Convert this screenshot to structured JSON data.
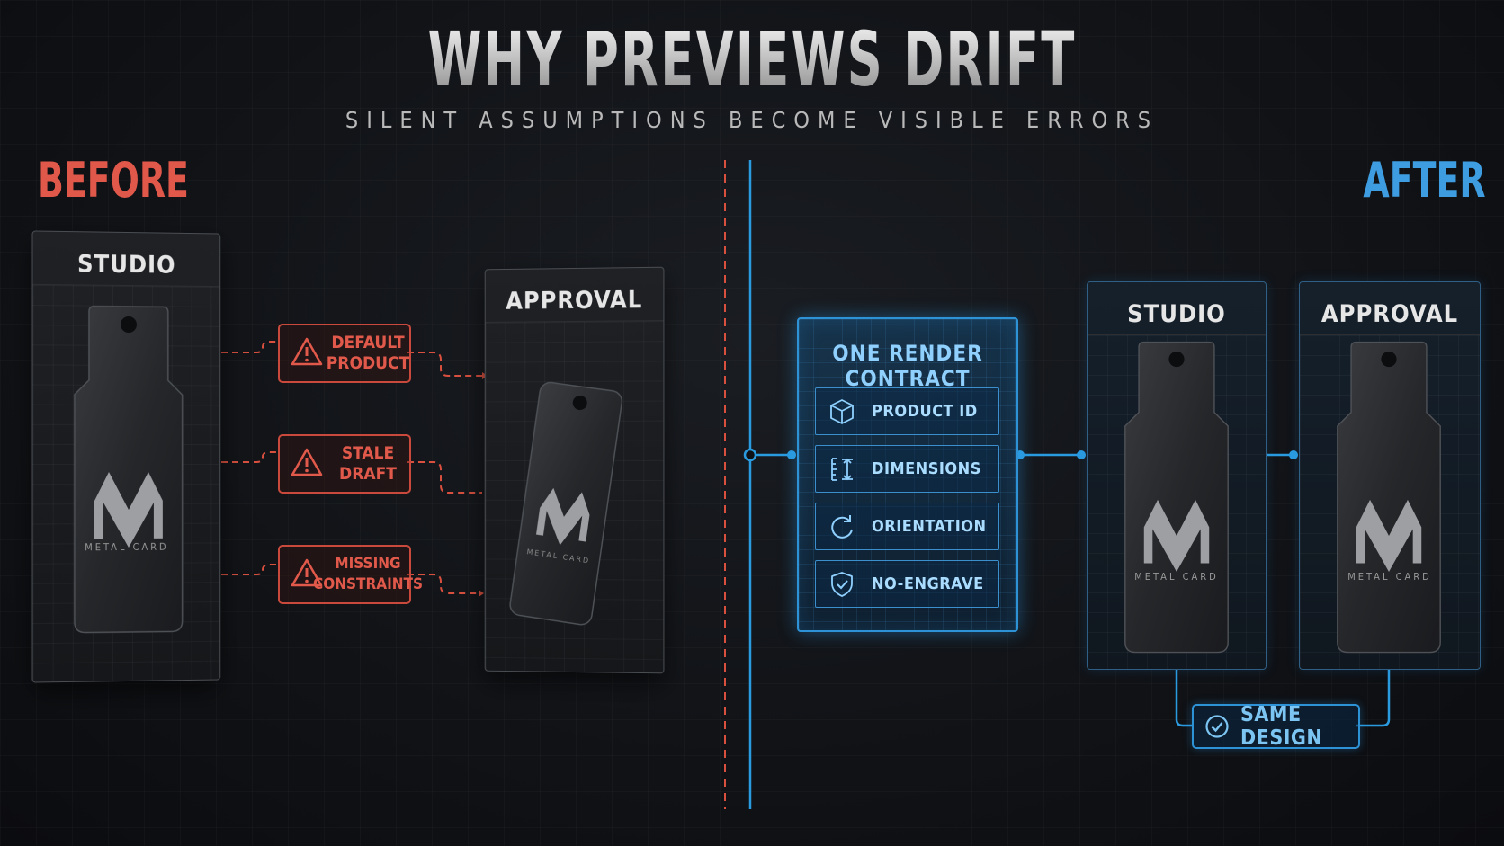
{
  "title": "WHY PREVIEWS DRIFT",
  "subtitle": "SILENT ASSUMPTIONS BECOME VISIBLE ERRORS",
  "before": {
    "label": "BEFORE",
    "studio_title": "STUDIO",
    "approval_title": "APPROVAL",
    "card_brand": "METAL CARD",
    "card_logo": "M",
    "warnings": [
      {
        "line1": "DEFAULT",
        "line2": "PRODUCT"
      },
      {
        "line1": "STALE",
        "line2": "DRAFT"
      },
      {
        "line1": "MISSING",
        "line2": "CONSTRAINTS"
      }
    ]
  },
  "after": {
    "label": "AFTER",
    "contract_title": "ONE RENDER CONTRACT",
    "contract_items": [
      {
        "label": "PRODUCT ID",
        "icon": "cube-icon"
      },
      {
        "label": "DIMENSIONS",
        "icon": "ruler-icon"
      },
      {
        "label": "ORIENTATION",
        "icon": "rotate-icon"
      },
      {
        "label": "NO-ENGRAVE",
        "icon": "shield-check-icon"
      }
    ],
    "studio_title": "STUDIO",
    "approval_title": "APPROVAL",
    "card_brand": "METAL CARD",
    "card_logo": "M",
    "result_label": "SAME DESIGN"
  },
  "colors": {
    "before_accent": "#e0584a",
    "after_accent": "#3e9de0",
    "panel_border": "#4a4d52"
  }
}
